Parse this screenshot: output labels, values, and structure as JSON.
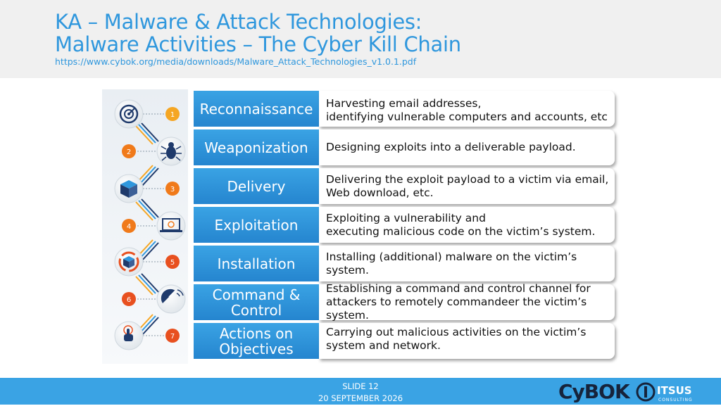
{
  "header": {
    "title_line1": "KA – Malware & Attack Technologies:",
    "title_line2": "Malware Activities – The Cyber Kill Chain",
    "url": "https://www.cybok.org/media/downloads/Malware_Attack_Technologies_v1.0.1.pdf"
  },
  "infographic": {
    "steps": [
      "1",
      "2",
      "3",
      "4",
      "5",
      "6",
      "7"
    ],
    "icons": [
      "radar-icon",
      "bug-icon",
      "package-icon",
      "laptop-target-icon",
      "pie-cube-icon",
      "satellite-dish-icon",
      "touch-hand-icon"
    ],
    "colors": {
      "badge_yellow": "#f5a623",
      "badge_orange": "#f07a1a",
      "badge_red": "#e8501f",
      "icon_navy": "#1f3a6b"
    }
  },
  "stages": [
    {
      "name": "Reconnaissance",
      "description": "Harvesting email addresses,\nidentifying vulnerable computers and accounts, etc"
    },
    {
      "name": "Weaponization",
      "description": "Designing exploits into a deliverable payload."
    },
    {
      "name": "Delivery",
      "description": "Delivering the exploit payload to a victim via email,\nWeb download, etc."
    },
    {
      "name": "Exploitation",
      "description": "Exploiting a vulnerability and\nexecuting malicious code on the victim’s system."
    },
    {
      "name": "Installation",
      "description": "Installing (additional) malware on the victim’s system."
    },
    {
      "name": "Command & Control",
      "description": "Establishing a command and control channel for attackers to remotely commandeer the victim’s system."
    },
    {
      "name": "Actions on Objectives",
      "description": "Carrying out malicious activities on the victim’s system and network."
    }
  ],
  "footer": {
    "slide": "SLIDE 12",
    "date": "20 SEPTEMBER 2026",
    "logo_cybok": "CyBOK",
    "logo_itsus": "ITSUS",
    "logo_itsus_sub": "CONSULTING"
  },
  "colors": {
    "accent": "#2f97dd",
    "header_bg": "#f0f0f0",
    "footer_bg": "#3aa3e4"
  }
}
